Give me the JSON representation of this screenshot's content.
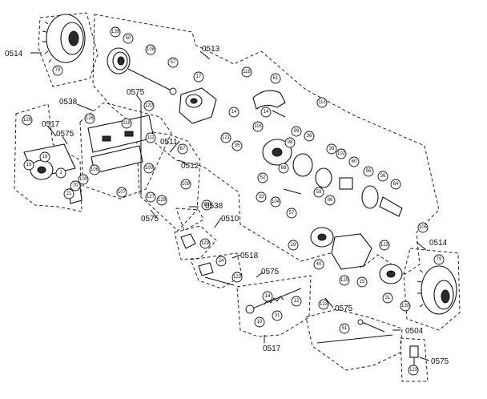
{
  "group_refs": {
    "r0514a": "0514",
    "r0513": "0513",
    "r0575a": "0575",
    "r0538a": "0538",
    "r0517a": "0517",
    "r0575b": "0575",
    "r0511": "0511",
    "r0512": "0512",
    "r0575c": "0575",
    "r0538b": "0538",
    "r0510": "0510",
    "r0518": "0518",
    "r0575d": "0575",
    "r0575e": "0575",
    "r0514b": "0514",
    "r0504": "0504",
    "r0517b": "0517",
    "r0575f": "0575"
  },
  "part_numbers": {
    "p1": "79",
    "p2": "139",
    "p3": "50",
    "p4": "108",
    "p5": "57",
    "p6": "17",
    "p7": "118",
    "p8": "61",
    "p9": "113",
    "p10": "14",
    "p11": "116",
    "p12": "14",
    "p13": "121",
    "p14": "35",
    "p15": "99",
    "p16": "36",
    "p17": "102",
    "p18": "39",
    "p19": "60",
    "p20": "56",
    "p21": "36",
    "p22": "64",
    "p23": "52",
    "p24": "104",
    "p25": "33",
    "p26": "57",
    "p27": "59",
    "p28": "86",
    "p29": "68",
    "p30": "126",
    "p31": "19",
    "p32": "1",
    "p33": "18",
    "p34": "21",
    "p35": "70",
    "p36": "126",
    "p37": "111",
    "p38": "67",
    "p39": "109",
    "p40": "100",
    "p41": "127",
    "p42": "128",
    "p43": "118",
    "p44": "120",
    "p45": "106",
    "p46": "107",
    "p47": "62",
    "p48": "129",
    "p49": "24",
    "p50": "123",
    "p51": "12",
    "p52": "31",
    "p53": "10",
    "p54": "14",
    "p55": "123",
    "p56": "19",
    "p57": "40",
    "p58": "15",
    "p59": "31",
    "p60": "123",
    "p61": "105",
    "p62": "130",
    "p63": "79",
    "p64": "125",
    "p65": "51",
    "p66": "123",
    "p67": "98",
    "p68": "100"
  },
  "icon": "exploded-parts-diagram"
}
